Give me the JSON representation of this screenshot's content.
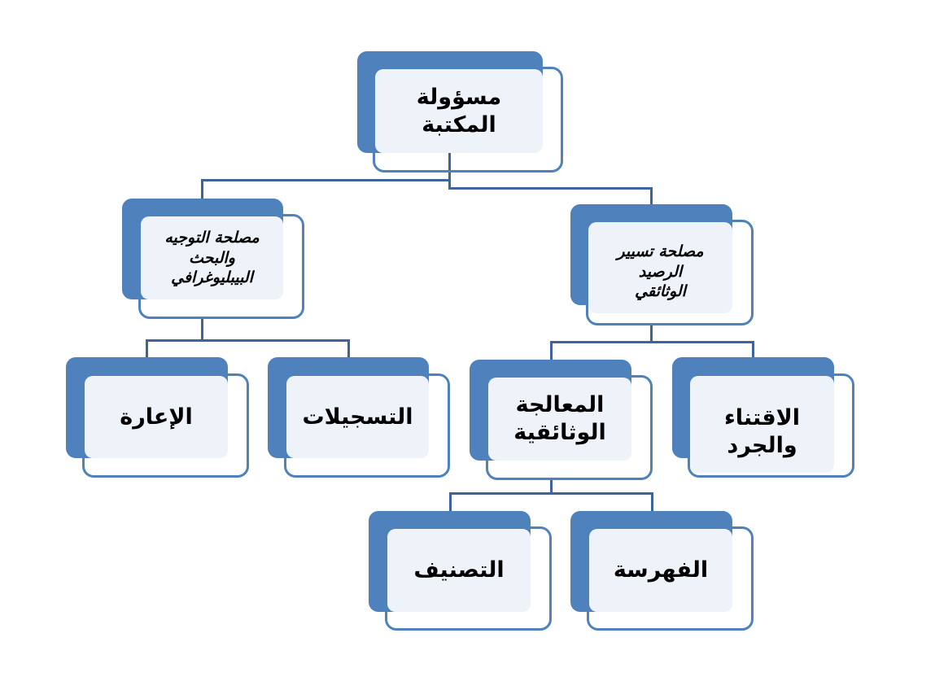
{
  "chart_title": "",
  "nodes": {
    "root": {
      "line1": "مسؤولة",
      "line2": "المكتبة"
    },
    "guidance": {
      "line1": "مصلحة التوجيه",
      "line2": "والبحث",
      "line3": "البيبليوغرافي"
    },
    "collection": {
      "line1": "مصلحة تسيير",
      "line2": "الرصيد",
      "line3": "الوثائقي"
    },
    "lending": {
      "line1": "الإعارة"
    },
    "registration": {
      "line1": "التسجيلات"
    },
    "processing": {
      "line1": "المعالجة",
      "line2": "الوثائقية"
    },
    "acquisition": {
      "line1": "الاقتناء",
      "line2": "والجرد"
    },
    "classification": {
      "line1": "التصنيف"
    },
    "cataloguing": {
      "line1": "الفهرسة"
    }
  },
  "colors": {
    "accent": "#4f81bd",
    "tint": "#eef3fa",
    "connector": "#3d659b"
  }
}
